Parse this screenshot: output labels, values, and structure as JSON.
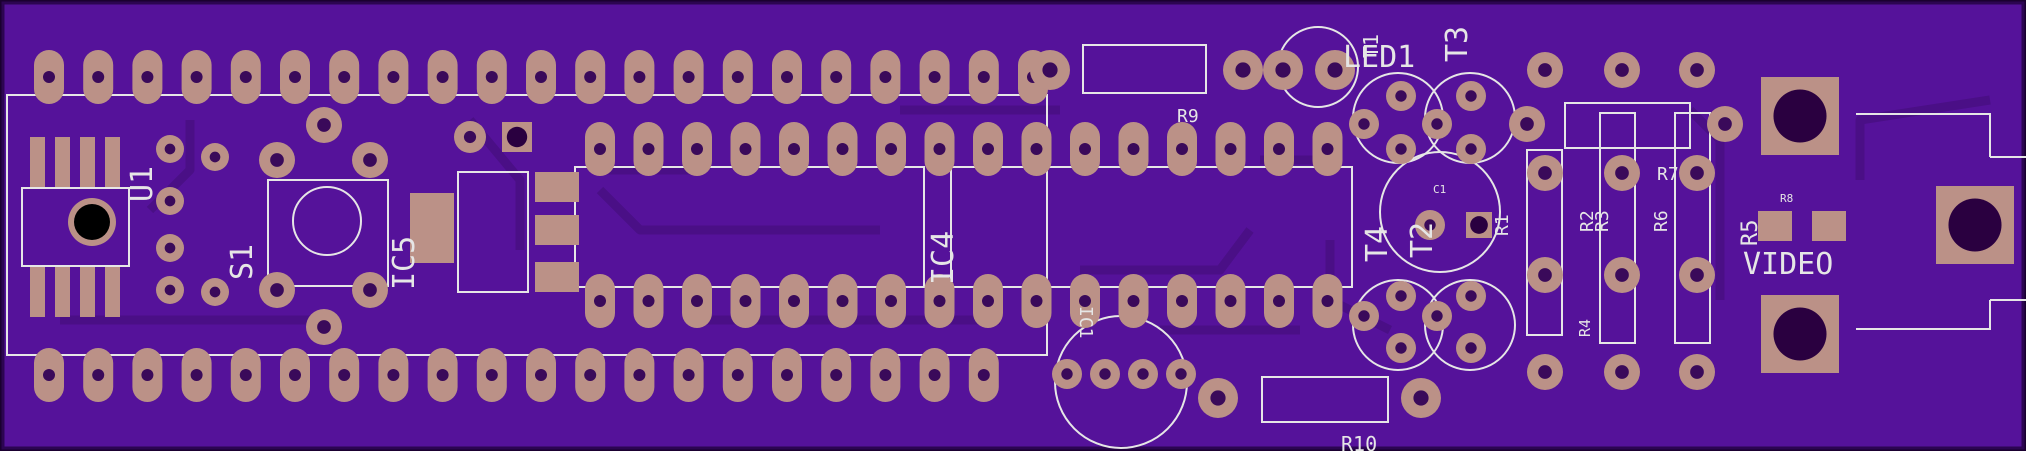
{
  "board": {
    "colors": {
      "background": "#1a0030",
      "substrate": "#55129a",
      "trace": "#4a0f86",
      "silk": "#e6e6e6",
      "pad": "#bb9187",
      "hole": "#3a0a5a",
      "smd": "#bb9187"
    },
    "labels": {
      "u1": "U1",
      "s1": "S1",
      "ic5": "IC5",
      "ic4": "IC4",
      "r9": "R9",
      "led1": "LED1",
      "t3": "T3",
      "t1": "T1",
      "t4": "T4",
      "t2": "T2",
      "c1": "C1",
      "r1": "R1",
      "r2": "R2",
      "r3": "R3",
      "r4": "R4",
      "r6": "R6",
      "r7": "R7",
      "r5": "R5",
      "r8": "R8",
      "video": "VIDEO",
      "r10": "R10",
      "ic1": "IC1"
    }
  }
}
